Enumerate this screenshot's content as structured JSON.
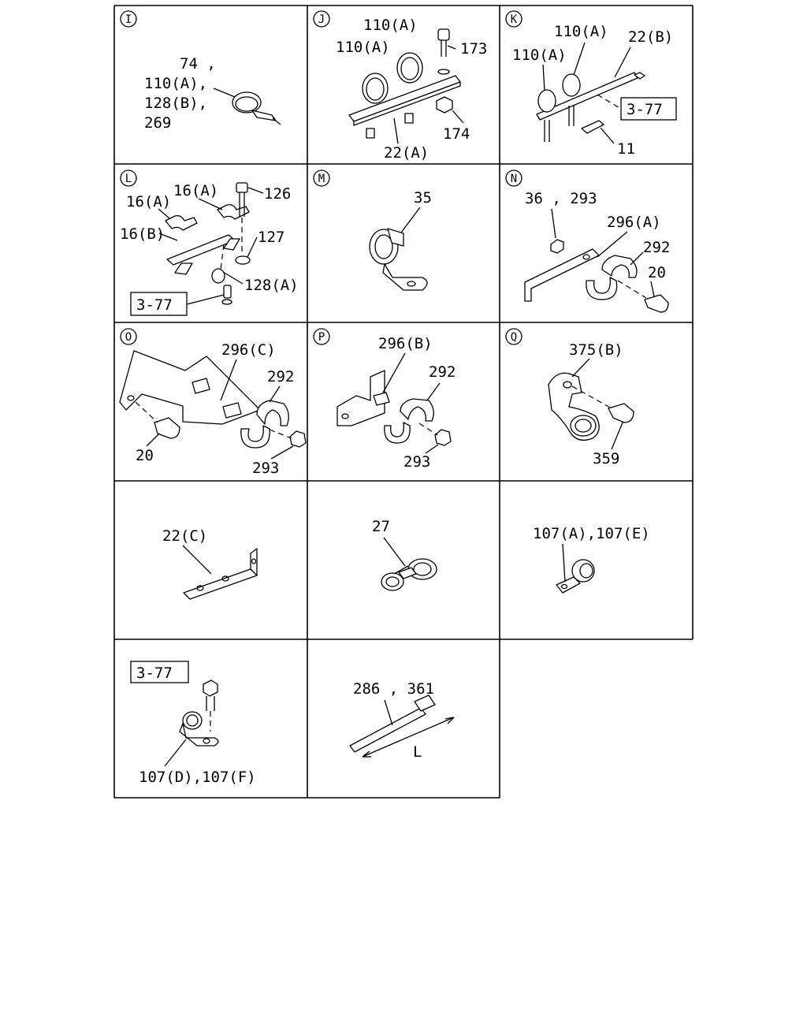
{
  "cells": [
    {
      "id": "I",
      "callouts": [
        "74 ,",
        "110(A),",
        "128(B),",
        "269"
      ]
    },
    {
      "id": "J",
      "callouts": [
        "110(A)",
        "110(A)",
        "173",
        "174",
        "22(A)"
      ]
    },
    {
      "id": "K",
      "callouts": [
        "110(A)",
        "110(A)",
        "22(B)",
        "3-77",
        "11"
      ]
    },
    {
      "id": "L",
      "callouts": [
        "16(A)",
        "16(A)",
        "126",
        "16(B)",
        "127",
        "128(A)",
        "3-77"
      ]
    },
    {
      "id": "M",
      "callouts": [
        "35"
      ]
    },
    {
      "id": "N",
      "callouts": [
        "36 , 293",
        "296(A)",
        "292",
        "20"
      ]
    },
    {
      "id": "O",
      "callouts": [
        "296(C)",
        "292",
        "20",
        "293"
      ]
    },
    {
      "id": "P",
      "callouts": [
        "296(B)",
        "292",
        "293"
      ]
    },
    {
      "id": "Q",
      "callouts": [
        "375(B)",
        "359"
      ]
    },
    {
      "id": "",
      "callouts": [
        "22(C)"
      ]
    },
    {
      "id": "",
      "callouts": [
        "27"
      ]
    },
    {
      "id": "",
      "callouts": [
        "107(A),107(E)"
      ]
    },
    {
      "id": "",
      "callouts": [
        "3-77",
        "107(D),107(F)"
      ]
    },
    {
      "id": "",
      "callouts": [
        "286 , 361",
        "L"
      ]
    }
  ]
}
